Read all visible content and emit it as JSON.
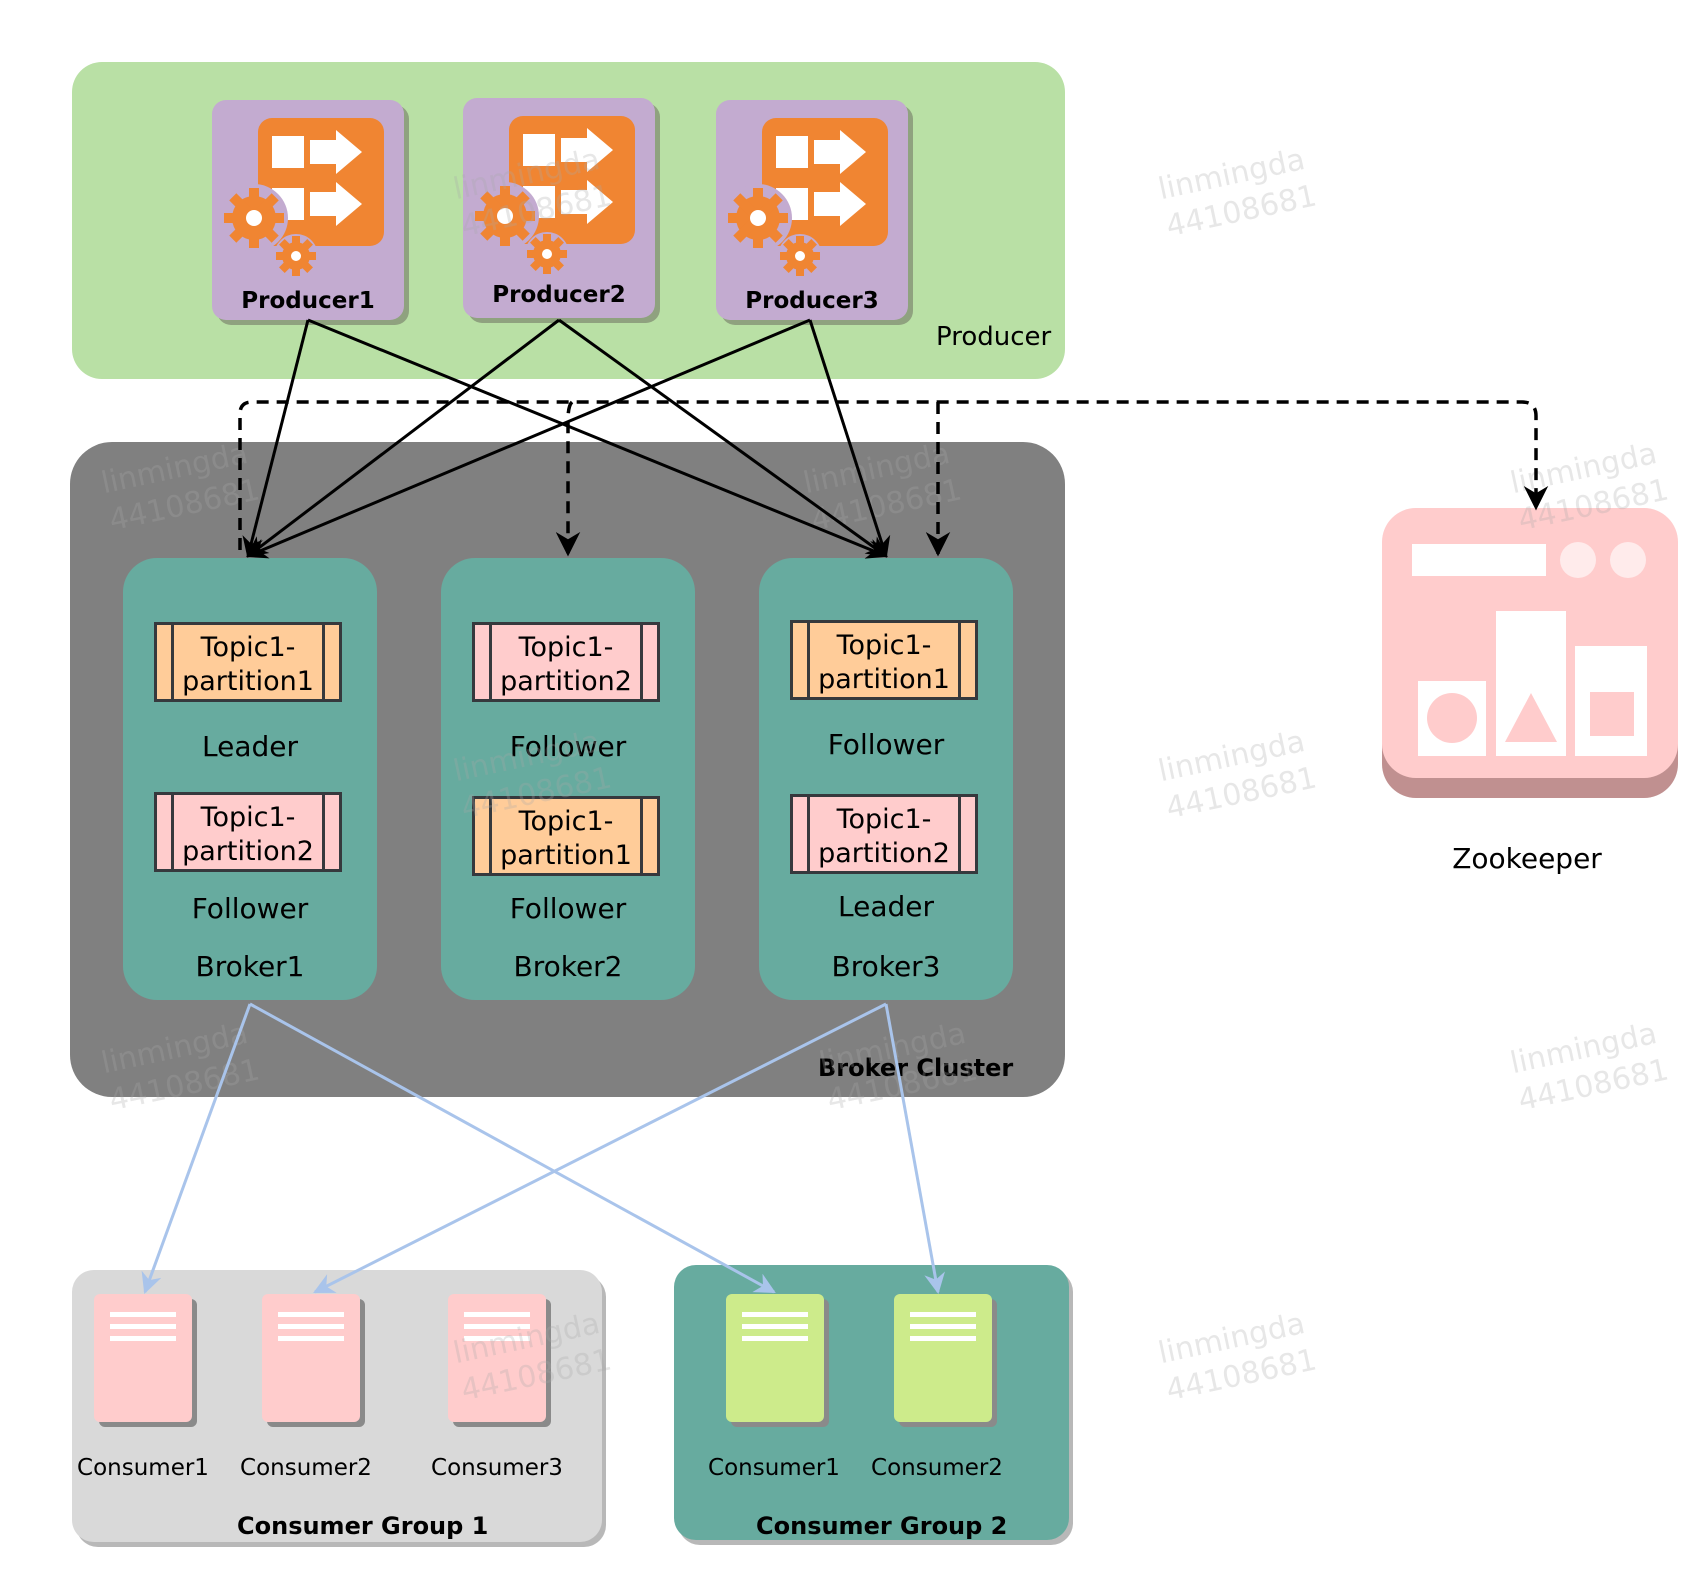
{
  "producer_zone": {
    "label": "Producer"
  },
  "producers": [
    {
      "name": "Producer1"
    },
    {
      "name": "Producer2"
    },
    {
      "name": "Producer3"
    }
  ],
  "broker_cluster": {
    "label": "Broker Cluster"
  },
  "brokers": [
    {
      "name": "Broker1",
      "partitions": [
        {
          "text": "Topic1-\npartition1",
          "role": "Leader",
          "color": "#ffcc99"
        },
        {
          "text": "Topic1-\npartition2",
          "role": "Follower",
          "color": "#ffcccc"
        }
      ]
    },
    {
      "name": "Broker2",
      "partitions": [
        {
          "text": "Topic1-\npartition2",
          "role": "Follower",
          "color": "#ffcccc"
        },
        {
          "text": "Topic1-\npartition1",
          "role": "Follower",
          "color": "#ffcc99"
        }
      ]
    },
    {
      "name": "Broker3",
      "partitions": [
        {
          "text": "Topic1-\npartition1",
          "role": "Follower",
          "color": "#ffcc99"
        },
        {
          "text": "Topic1-\npartition2",
          "role": "Leader",
          "color": "#ffcccc"
        }
      ]
    }
  ],
  "zookeeper": {
    "label": "Zookeeper"
  },
  "consumer_group_1": {
    "label": "Consumer Group 1",
    "consumers": [
      "Consumer1",
      "Consumer2",
      "Consumer3"
    ]
  },
  "consumer_group_2": {
    "label": "Consumer Group 2",
    "consumers": [
      "Consumer1",
      "Consumer2"
    ]
  },
  "watermark": {
    "line1": "linmingda",
    "line2": "44108681"
  },
  "colors": {
    "producer_zone": "#b9e0a5",
    "producer_tile": "#c3abd0",
    "producer_icon": "#f08532",
    "broker_cluster": "#808080",
    "broker": "#67ab9f",
    "partition_orange": "#ffcc99",
    "partition_pink": "#ffcccc",
    "zookeeper": "#ffcccc",
    "consumer_pink": "#ffcccc",
    "consumer_green": "#cdeb8b",
    "consumer_group_1": "#d9d9d9",
    "consumer_group_2": "#67ab9f",
    "consume_arrow": "#a9c4eb",
    "produce_arrow": "#000000"
  }
}
